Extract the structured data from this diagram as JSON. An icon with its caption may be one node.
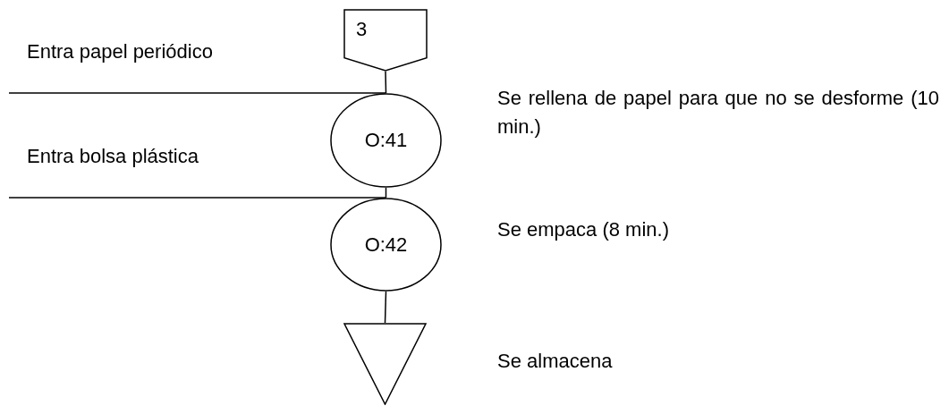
{
  "diagram": {
    "nodes": [
      {
        "text": [
          "3"
        ]
      },
      {
        "text": [
          "O:41"
        ],
        "beside": [
          "Se rellena de papel para que no se desforme (10 min.)"
        ]
      },
      {
        "text": [
          "O:42"
        ],
        "beside": [
          "Se empaca (8 min.)"
        ]
      },
      {
        "text": [],
        "shape": "triangle",
        "beside": [
          "Se almacena"
        ]
      }
    ],
    "edges": [
      {
        "from": 0,
        "to": 1,
        "arrow": "none"
      },
      {
        "from": null,
        "to": 1,
        "arrow": "none",
        "label": "Entra papel periódico"
      },
      {
        "from": 1,
        "to": 2,
        "arrow": "none"
      },
      {
        "from": null,
        "to": 2,
        "arrow": "none",
        "label": "Entra bolsa plástica"
      },
      {
        "from": 2,
        "to": 3,
        "arrow": "none"
      }
    ]
  }
}
